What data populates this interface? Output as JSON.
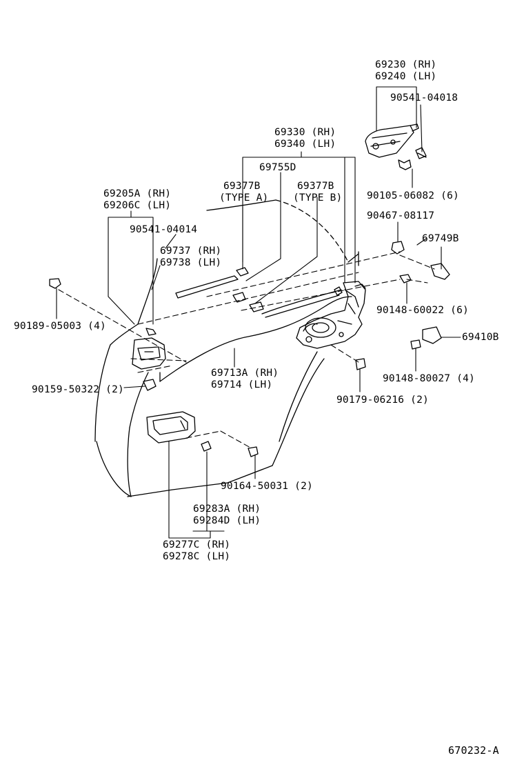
{
  "labels": {
    "outside_handle": [
      "69230 (RH)",
      "69240 (LH)"
    ],
    "screw_04018": "90541-04018",
    "screw_06082": "90105-06082 (6)",
    "lock_assy": [
      "69330 (RH)",
      "69340 (LH)"
    ],
    "part_69755d": "69755D",
    "rod_type_a": [
      "69377B",
      "(TYPE  A)"
    ],
    "rod_type_b": [
      "69377B",
      "(TYPE  B)"
    ],
    "inside_handle": [
      "69205A (RH)",
      "69206C (LH)"
    ],
    "screw_04014": "90541-04014",
    "rod_69737": [
      "69737 (RH)",
      "69738 (LH)"
    ],
    "clip_08117": "90467-08117",
    "part_69749b": "69749B",
    "bolt_05003": "90189-05003 (4)",
    "screw_60022": "90148-60022 (6)",
    "striker": "69410B",
    "cable_69713a": [
      "69713A (RH)",
      "69714  (LH)"
    ],
    "screw_50322": "90159-50322 (2)",
    "screw_06216": "90179-06216 (2)",
    "screw_80027": "90148-80027 (4)",
    "screw_50031": "90164-50031 (2)",
    "cover_69283a": [
      "69283A (RH)",
      "69284D (LH)"
    ],
    "bezel_69277c": [
      "69277C (RH)",
      "69278C (LH)"
    ],
    "diagram_id": "670232-A"
  }
}
